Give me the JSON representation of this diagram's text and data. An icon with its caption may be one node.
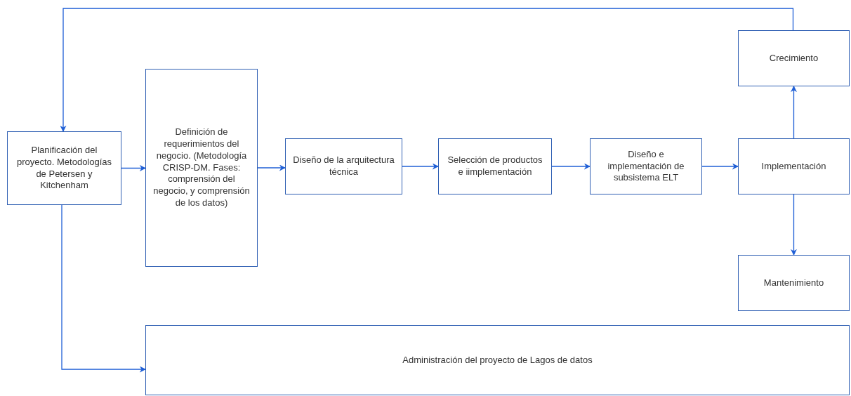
{
  "diagram": {
    "nodes": [
      {
        "text": [
          "Planificación del proyecto. Metodologías de Petersen y Kitchenham"
        ]
      },
      {
        "text": [
          "Definición de requerimientos del negocio. (Metodología CRISP-DM. Fases: comprensión del negocio, y comprensión de los datos)"
        ]
      },
      {
        "text": [
          "Diseño de la arquitectura técnica"
        ]
      },
      {
        "text": [
          "Selección de productos e iimplementación"
        ]
      },
      {
        "text": [
          "Diseño e implementación de subsistema ELT"
        ]
      },
      {
        "text": [
          "Implementación"
        ]
      },
      {
        "text": [
          "Crecimiento"
        ]
      },
      {
        "text": [
          "Mantenimiento"
        ]
      },
      {
        "text": [
          "Administración del proyecto de Lagos de datos"
        ]
      }
    ],
    "edges": [
      {
        "from": 0,
        "to": 1,
        "arrow": "to"
      },
      {
        "from": 1,
        "to": 2,
        "arrow": "to"
      },
      {
        "from": 2,
        "to": 3,
        "arrow": "to"
      },
      {
        "from": 3,
        "to": 4,
        "arrow": "to"
      },
      {
        "from": 4,
        "to": 5,
        "arrow": "to"
      },
      {
        "from": 5,
        "to": 6,
        "arrow": "to"
      },
      {
        "from": 5,
        "to": 7,
        "arrow": "to"
      },
      {
        "from": 6,
        "to": 0,
        "arrow": "to"
      },
      {
        "from": 0,
        "to": 8,
        "arrow": "to"
      }
    ]
  }
}
